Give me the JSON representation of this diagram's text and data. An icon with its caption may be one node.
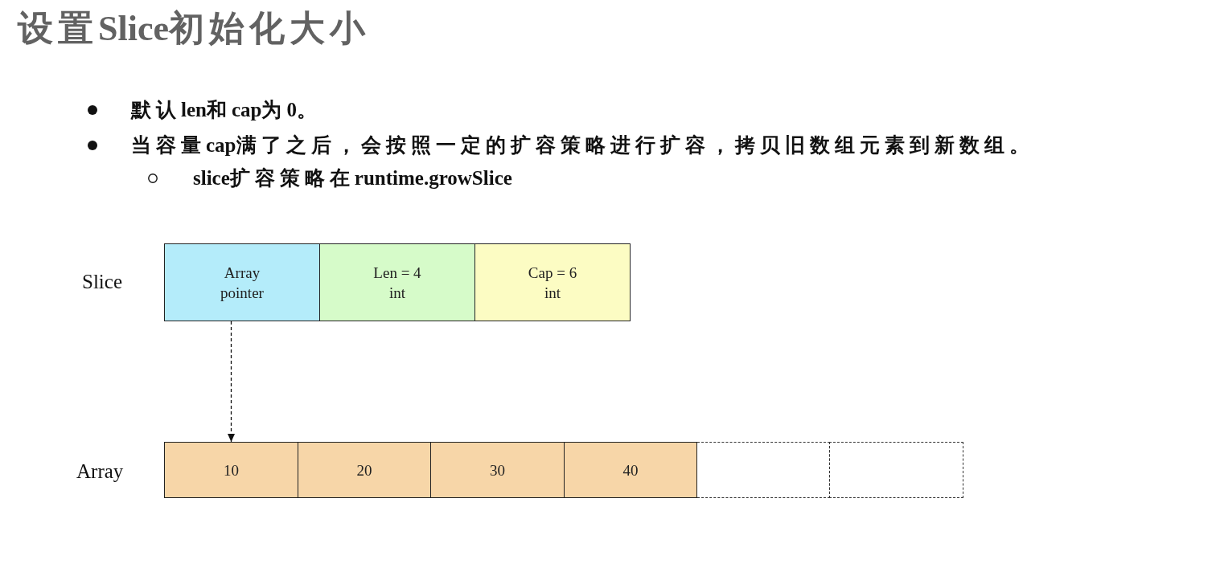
{
  "diagram": {
    "title": "设置Slice初始化大小",
    "nodes": [
      {
        "text": [
          "Array pointer"
        ]
      },
      {
        "text": [
          "Len = 4",
          "int"
        ]
      },
      {
        "text": [
          "Cap = 6",
          "int"
        ]
      },
      {
        "text": [
          "10"
        ]
      },
      {
        "text": [
          "20"
        ]
      },
      {
        "text": [
          "30"
        ]
      },
      {
        "text": [
          "40"
        ]
      },
      {
        "text": [],
        "shape": "box"
      },
      {
        "text": [],
        "shape": "box"
      }
    ],
    "edges": [
      {
        "from": 0,
        "to": 3,
        "arrow": "to",
        "style": "dashed"
      }
    ],
    "labels": [
      "默认len和cap为0。",
      "当容量cap满了之后，会按照一定的扩容策略进行扩容，拷贝旧数组元素到新数组。",
      "slice扩容策略在runtime.growSlice",
      "Slice",
      "Array"
    ]
  }
}
